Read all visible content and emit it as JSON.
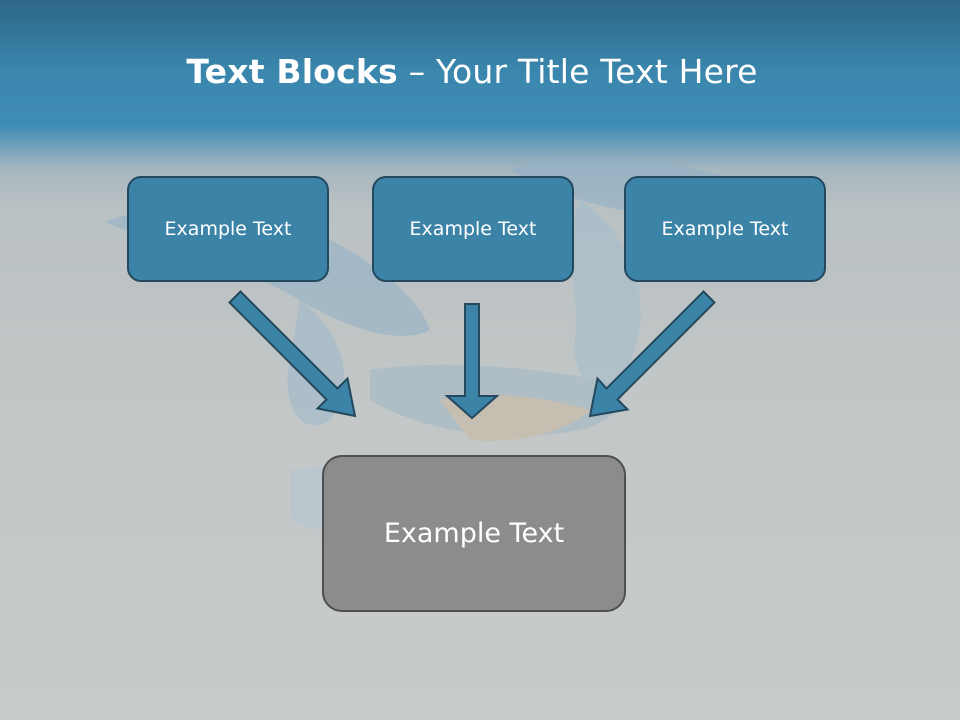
{
  "slide": {
    "title_bold": "Text Blocks",
    "title_rest": " – Your Title Text Here"
  },
  "blocks": [
    {
      "label": "Example Text"
    },
    {
      "label": "Example Text"
    },
    {
      "label": "Example Text"
    }
  ],
  "result_block": {
    "label": "Example Text"
  },
  "colors": {
    "header": "#3a86ad",
    "block_fill": "#3c83a8",
    "block_border": "#24485d",
    "result_fill": "#8c8c8c",
    "arrow": "#3c83a8"
  }
}
